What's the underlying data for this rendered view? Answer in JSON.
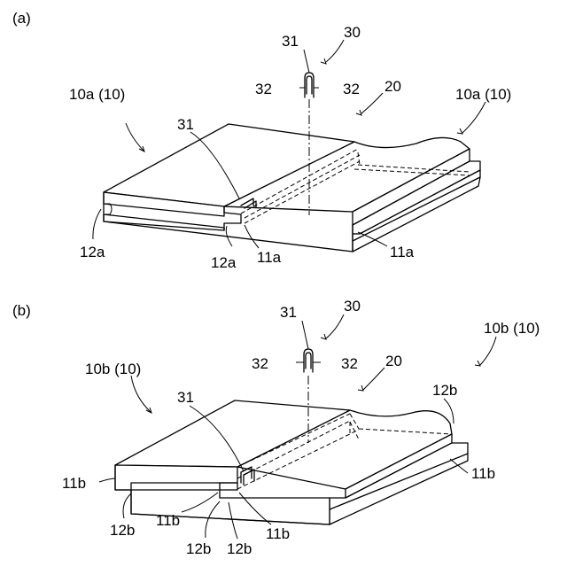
{
  "figure_a": {
    "panel": "(a)",
    "clip": "30",
    "clip_crown": "31",
    "clip_leg_left": "32",
    "clip_leg_right": "32",
    "joint": "20",
    "panel_left": "10a (10)",
    "panel_right": "10a (10)",
    "crown_inserted": "31",
    "groove_left": "12a",
    "groove_mid": "12a",
    "tongue_mid": "11a",
    "tongue_right": "11a"
  },
  "figure_b": {
    "panel": "(b)",
    "clip": "30",
    "clip_crown": "31",
    "clip_leg_left": "32",
    "clip_leg_right": "32",
    "joint": "20",
    "panel_left": "10b (10)",
    "panel_right": "10b (10)",
    "crown_inserted": "31",
    "step_right_top": "12b",
    "step_right": "11b",
    "step_left_top": "11b",
    "step_left_bottom": "12b",
    "step_mid_upper": "11b",
    "step_mid_left": "12b",
    "step_mid_center": "12b",
    "step_mid_right": "11b"
  }
}
